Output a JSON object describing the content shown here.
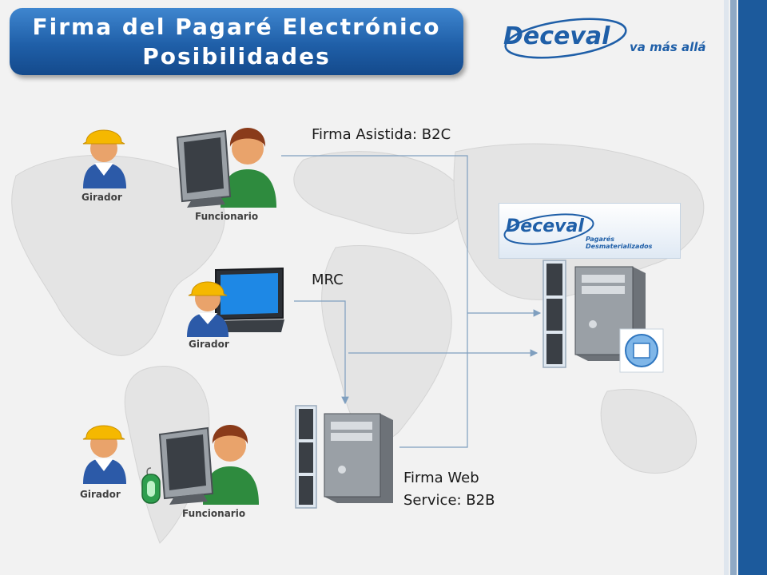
{
  "title": {
    "line1": "Firma del Pagaré Electrónico",
    "line2": "Posibilidades"
  },
  "brand": {
    "name": "Deceval",
    "tagline": "va más allá",
    "product_name": "Deceval",
    "product_tagline": "Pagarés Desmaterializados"
  },
  "actors": {
    "girador_top": "Girador",
    "funcionario_top": "Funcionario",
    "girador_middle": "Girador",
    "girador_bottom": "Girador",
    "funcionario_bottom": "Funcionario"
  },
  "flows": {
    "b2c": "Firma Asistida: B2C",
    "mrc": "MRC",
    "b2b_line1": "Firma Web",
    "b2b_line2": "Service: B2B"
  },
  "colors": {
    "brand_blue": "#1f5fa8",
    "connector": "#7f9fbf",
    "stripe": "#1c5a9c"
  },
  "icons": [
    "worker-icon",
    "desktop-computer-icon",
    "laptop-icon",
    "server-tower-icon",
    "usb-token-icon",
    "secure-document-icon"
  ]
}
